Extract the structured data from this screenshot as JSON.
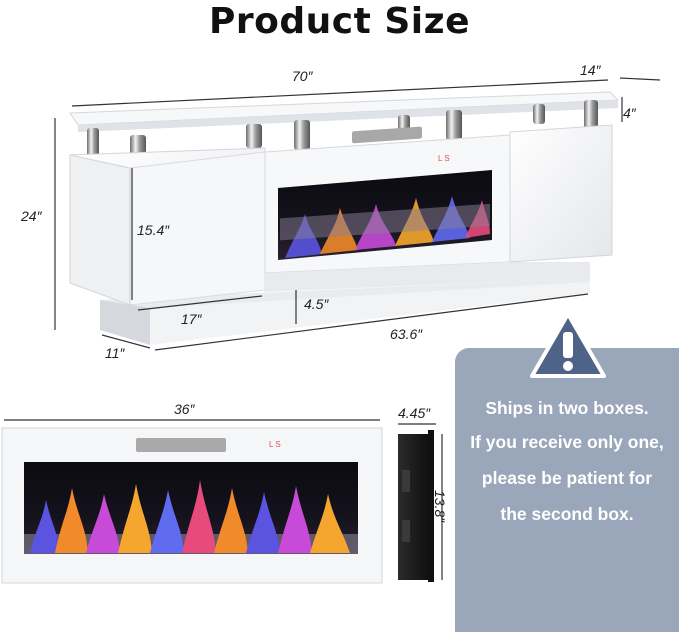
{
  "title": "Product Size",
  "dimensions": {
    "overall_width": "70″",
    "depth": "14″",
    "top_clearance": "4″",
    "overall_height": "24″",
    "cabinet_height": "15.4″",
    "cabinet_width": "17″",
    "base_height": "4.5″",
    "base_width": "63.6″",
    "base_depth": "11″",
    "insert_width": "36″",
    "insert_depth": "4.45″",
    "insert_height": "13.8″"
  },
  "panel_label": "L S",
  "notice": {
    "line1": "Ships in two boxes.",
    "line2": "If you receive only one,",
    "line3": "please be patient for",
    "line4": "the second box."
  },
  "colors": {
    "notice_bg": "#9aa6b9",
    "notice_text": "#ffffff",
    "box": "#c99a5a",
    "flame_blue": "#5a54e0",
    "flame_orange": "#f08a2a"
  }
}
